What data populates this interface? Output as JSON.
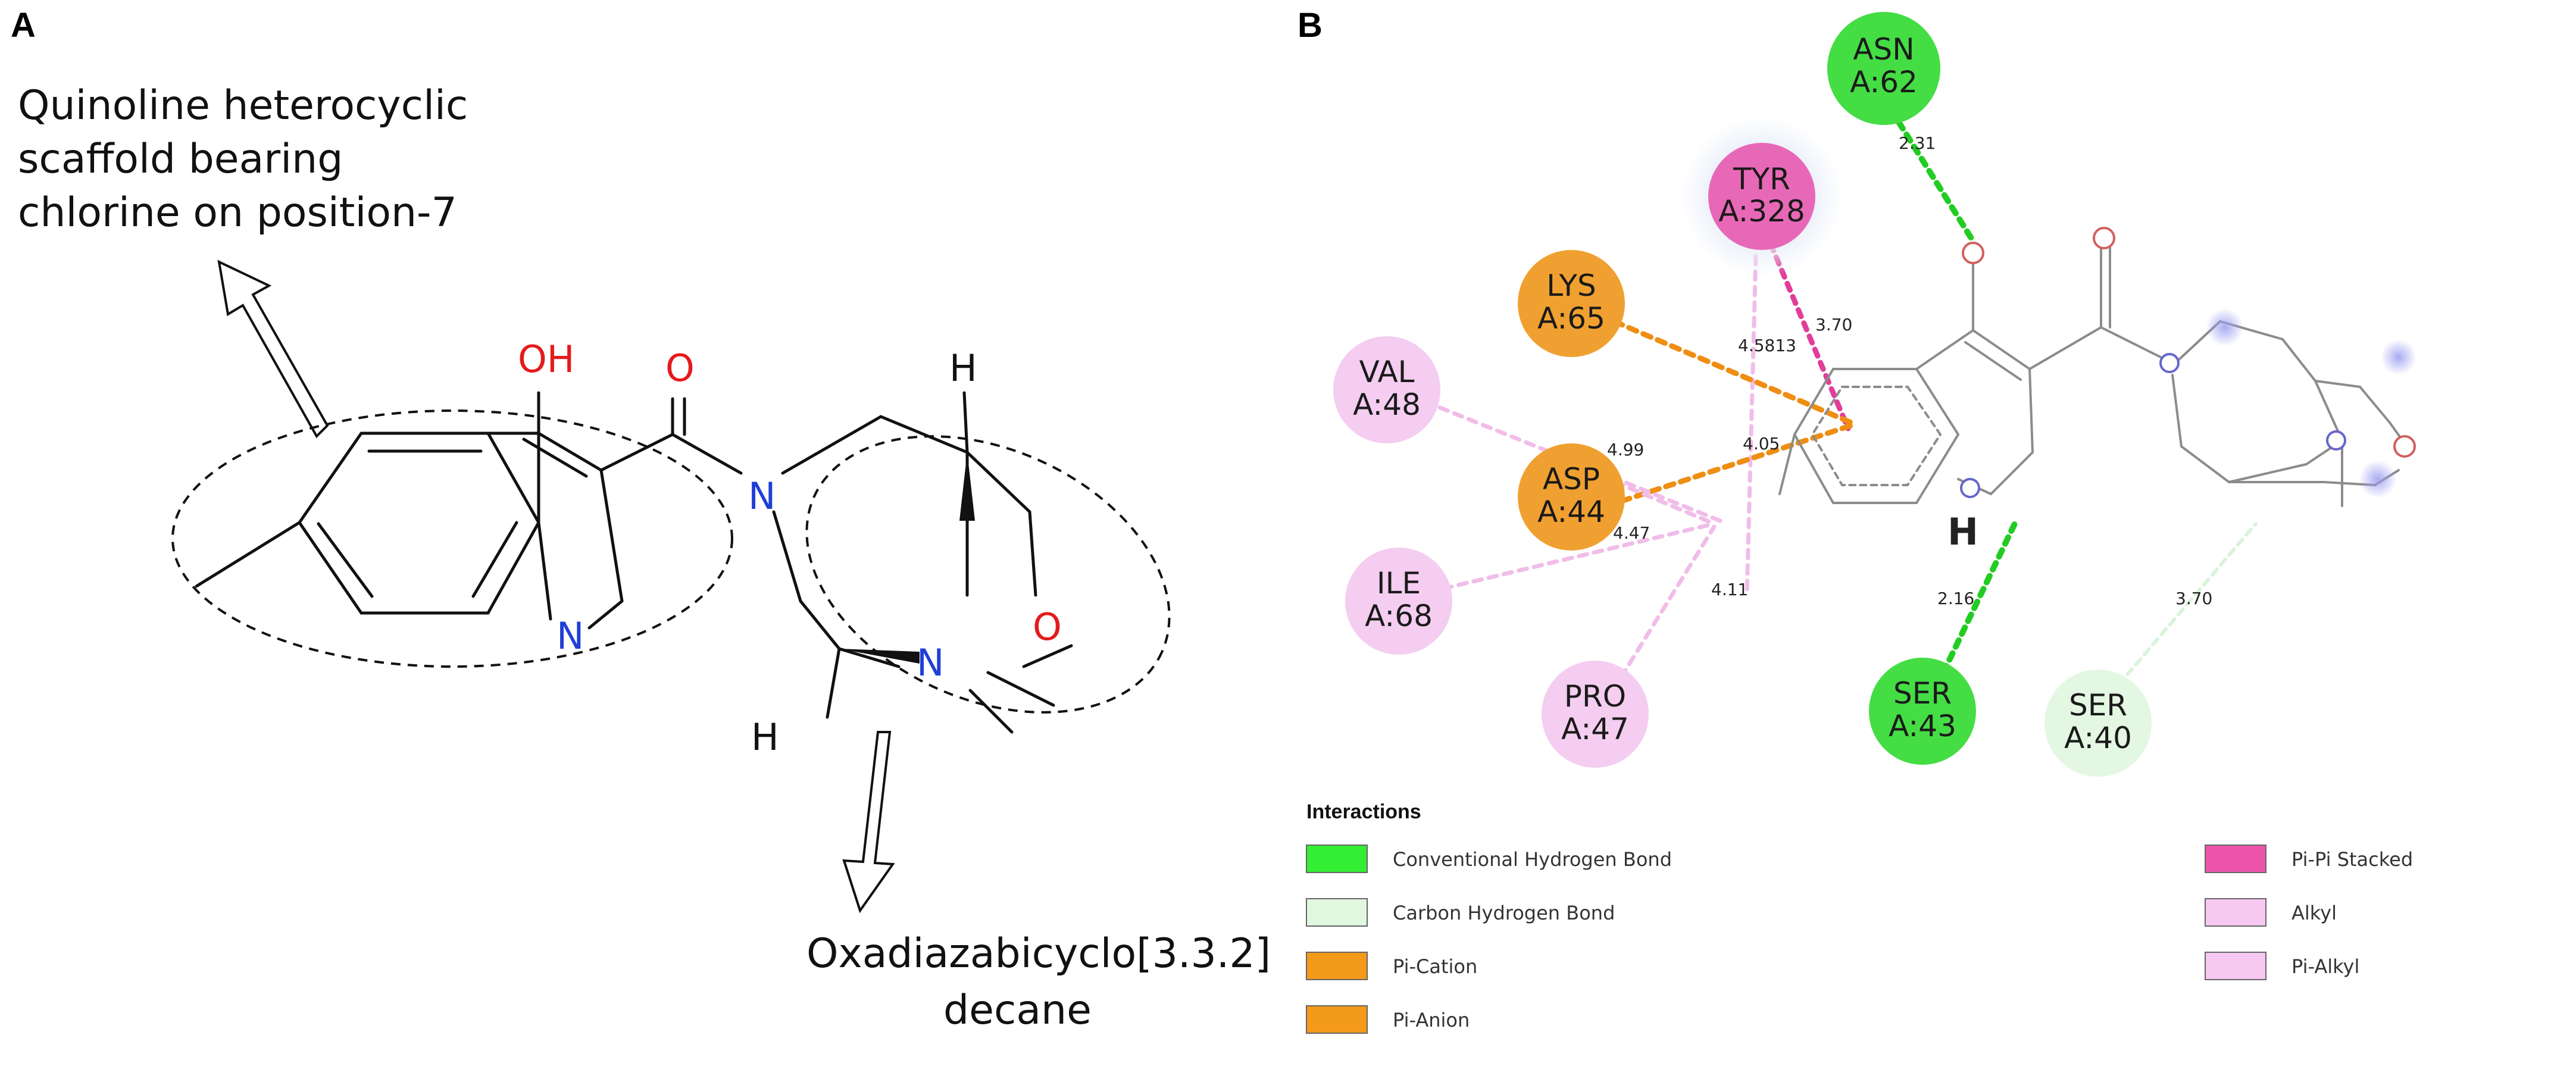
{
  "panels": {
    "a_label": "A",
    "b_label": "B"
  },
  "panel_a": {
    "caption_top": [
      "Quinoline heterocyclic",
      "scaffold bearing",
      "chlorine on position-7"
    ],
    "caption_bottom": [
      "Oxadiazabicyclo[3.3.2]",
      "decane"
    ],
    "atoms": {
      "oh": "OH",
      "carbonyl_o": "O",
      "ring_n": "N",
      "amide_n": "N",
      "bridge_n": "N",
      "ether_o": "O",
      "h_top": "H",
      "h_bottom": "H"
    },
    "colors": {
      "oxygen": "#e41a1c",
      "nitrogen": "#1f3fd6"
    }
  },
  "panel_b": {
    "residues": [
      {
        "id": "asn62",
        "name": "ASN",
        "chain": "A:62",
        "color": "#44dd44"
      },
      {
        "id": "tyr328",
        "name": "TYR",
        "chain": "A:328",
        "color": "#e868b8"
      },
      {
        "id": "lys65",
        "name": "LYS",
        "chain": "A:65",
        "color": "#f0a030"
      },
      {
        "id": "val48",
        "name": "VAL",
        "chain": "A:48",
        "color": "#f4cdf0"
      },
      {
        "id": "asp44",
        "name": "ASP",
        "chain": "A:44",
        "color": "#f0a030"
      },
      {
        "id": "ile68",
        "name": "ILE",
        "chain": "A:68",
        "color": "#f4cdf0"
      },
      {
        "id": "pro47",
        "name": "PRO",
        "chain": "A:47",
        "color": "#f4cdf0"
      },
      {
        "id": "ser43",
        "name": "SER",
        "chain": "A:43",
        "color": "#44dd44"
      },
      {
        "id": "ser40",
        "name": "SER",
        "chain": "A:40",
        "color": "#e3f7e3"
      }
    ],
    "distances": {
      "asn62": "2.31",
      "tyr_stack": "3.70",
      "overlap": "4.5813",
      "asp_a": "4.99",
      "asp_b": "4.05",
      "ile": "4.47",
      "pro": "4.11",
      "ser43": "2.16",
      "ser40": "3.70"
    },
    "atoms": {
      "h": "H"
    },
    "legend": {
      "title": "Interactions",
      "items": [
        {
          "label": "Conventional Hydrogen Bond",
          "color": "#33ee33"
        },
        {
          "label": "Carbon Hydrogen Bond",
          "color": "#e0f8e0"
        },
        {
          "label": "Pi-Cation",
          "color": "#f39a1a"
        },
        {
          "label": "Pi-Anion",
          "color": "#f39a1a"
        },
        {
          "label": "Pi-Pi Stacked",
          "color": "#ee55aa"
        },
        {
          "label": "Alkyl",
          "color": "#f6c8f2"
        },
        {
          "label": "Pi-Alkyl",
          "color": "#f6c8f2"
        }
      ]
    }
  }
}
